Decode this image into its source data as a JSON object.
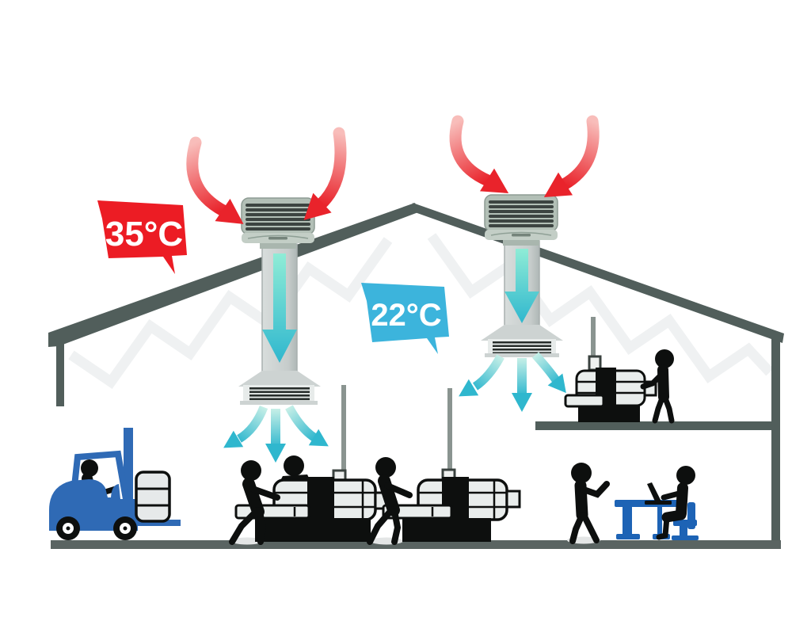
{
  "labels": {
    "outside_temp": "35°C",
    "inside_temp": "22°C"
  },
  "scene": {
    "type": "cutaway-illustration",
    "subject": "Industrial building cooled by roof-mounted evaporative coolers: hot outside air enters the rooftop units, cooled air is ducted down through ceiling diffusers to the workspace",
    "icons": [
      "hot-air-arrow-icon",
      "cool-air-arrow-icon",
      "rooftop-cooler-icon",
      "duct-icon",
      "ceiling-diffuser-icon",
      "forklift-icon",
      "worker-silhouette-icon",
      "machine-icon",
      "desk-icon",
      "laptop-icon",
      "chair-icon"
    ]
  },
  "colors": {
    "hot_air_red": "#EC1C24",
    "hot_bubble": "#EC1C24",
    "cool_bubble": "#3CB4DC",
    "cool_air_teal": "#2FB7CE",
    "cool_air_light": "#C6EFE7",
    "structure_gray": "#515E5B",
    "zigzag_truss": "#EFF1F2",
    "cooler_body": "#B2BFB6",
    "cooler_louver": "#3C4441",
    "duct_gray": "#CDD3D2",
    "machine_light": "#E9EDEC",
    "silhouette_black": "#0D0F0E",
    "vehicle_blue": "#2F6AB5",
    "desk_blue": "#1D63B5",
    "label_text": "#FFFFFF"
  }
}
